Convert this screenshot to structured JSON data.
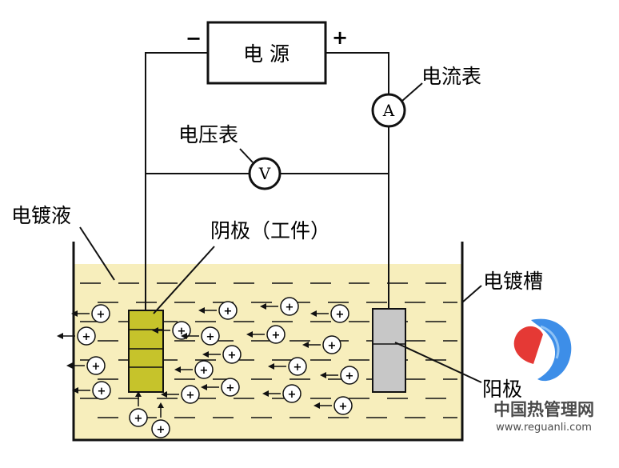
{
  "power_source": {
    "label": "电 源",
    "minus_sign": "−",
    "plus_sign": "+"
  },
  "ammeter": {
    "symbol": "A",
    "label": "电流表"
  },
  "voltmeter": {
    "symbol": "V",
    "label": "电压表"
  },
  "solution_label": "电镀液",
  "cathode_label": "阴极（工件）",
  "tank_label": "电镀槽",
  "anode_label": "阳极",
  "ion_symbol": "+",
  "watermark": {
    "name": "中国热管理网",
    "url": "www.reguanli.com"
  },
  "colors": {
    "line": "#111111",
    "solution": "#f7eebc",
    "cathode": "#c6c32b",
    "anode": "#c7c7c7",
    "ion_fill": "#ffffff",
    "logo_red": "#e53935",
    "logo_blue": "#3d8ee8"
  }
}
